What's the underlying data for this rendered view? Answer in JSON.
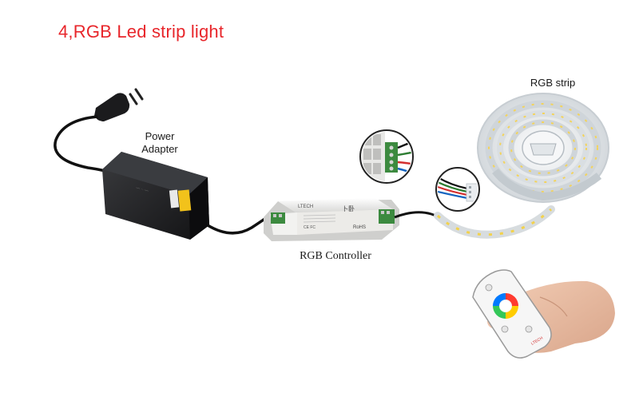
{
  "title": "4,RGB Led strip light",
  "labels": {
    "power_line1": "Power",
    "power_line2": "Adapter",
    "rgb_strip": "RGB strip",
    "rgb_controller": "RGB Controller"
  },
  "device_markings": {
    "controller_brand": "LTECH",
    "controller_logo": "卜卧",
    "controller_rohs": "RoHS",
    "controller_cert": "CE FC",
    "remote_brand": "LTECH"
  },
  "colors": {
    "title": "#e8262b",
    "adapter": "#1e1f21",
    "cable": "#111111",
    "controller_body": "#f4f4f2",
    "connector_green": "#3c8a3f",
    "strip_base": "#dfe3e6"
  }
}
